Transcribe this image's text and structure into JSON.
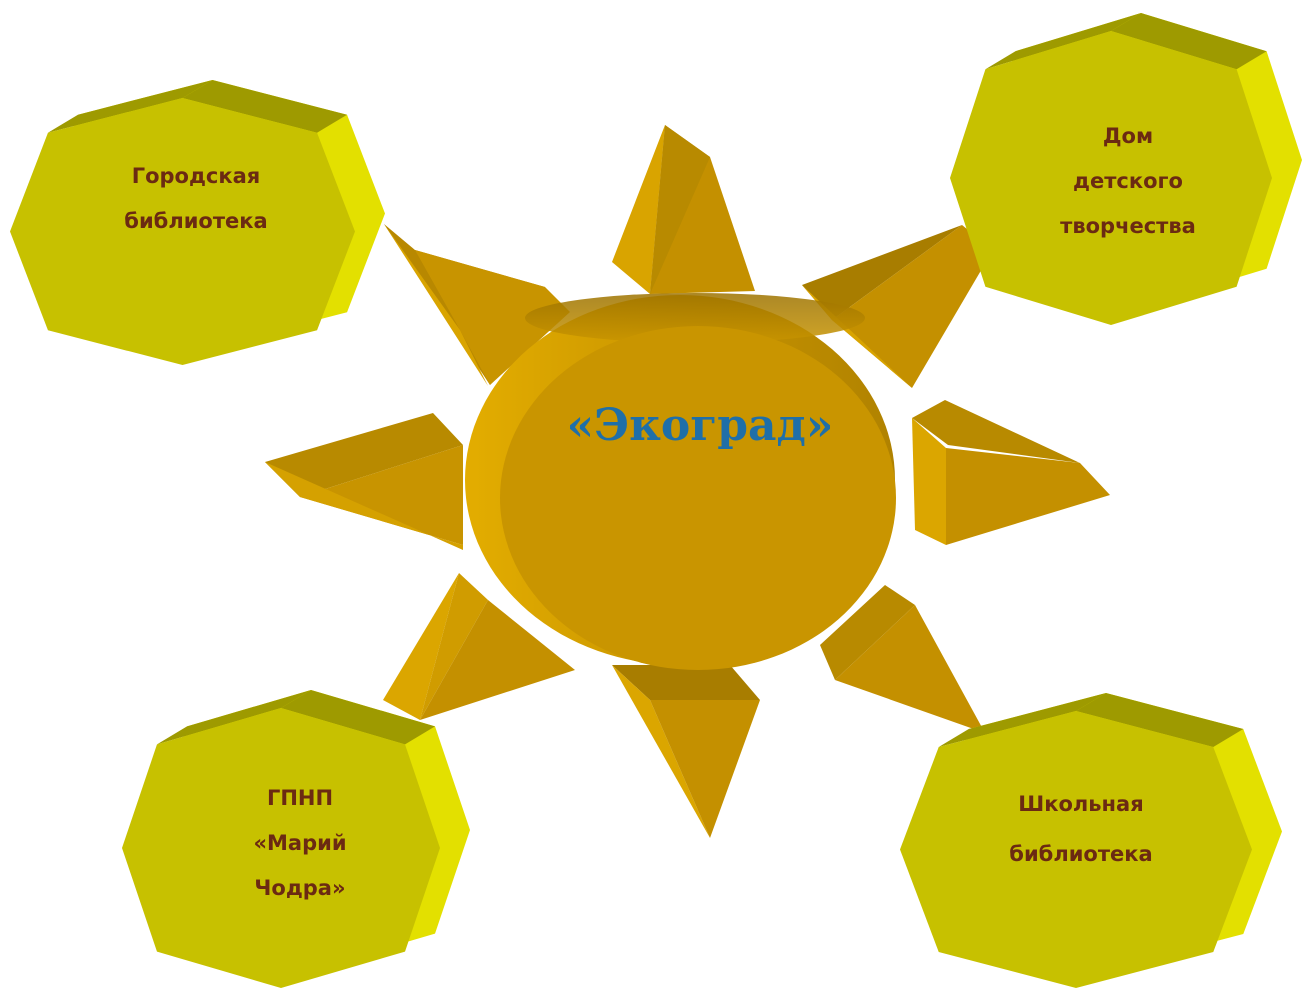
{
  "center": {
    "title": "«Экоград»"
  },
  "nodes": {
    "top_left": {
      "lines": [
        "Городская",
        "библиотека"
      ]
    },
    "top_right": {
      "lines": [
        "Дом",
        "детского",
        "творчества"
      ]
    },
    "bottom_left": {
      "lines": [
        "ГПНП",
        "«Марий",
        "Чодра»"
      ]
    },
    "bottom_right": {
      "lines": [
        "Школьная",
        "библиотека"
      ]
    }
  },
  "colors": {
    "star_face": "#c7c100",
    "star_top": "#9e9a00",
    "star_side": "#e3e000",
    "sun_face": "#c99500",
    "sun_rim": "#dba600",
    "sun_dark": "#a67a00",
    "center_text": "#1f6fa8",
    "label_text": "#6b2a12"
  }
}
